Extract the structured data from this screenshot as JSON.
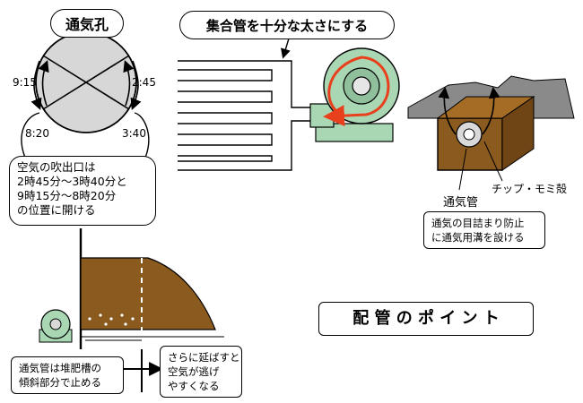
{
  "vent": {
    "title": "通気孔",
    "time_left_top": "9:15",
    "time_right_top": "2:45",
    "time_left_bottom": "8:20",
    "time_right_bottom": "3:40",
    "note_lines": [
      "空気の吹出口は",
      "2時45分～3時40分と",
      "9時15分～8時20分",
      "の位置に開ける"
    ]
  },
  "manifold": {
    "title": "集合管を十分な太さにする"
  },
  "trench": {
    "chip_label": "チップ・モミ殻",
    "pipe_label": "通気管",
    "note_lines": [
      "通気の目詰まり防止",
      "に通気用溝を設ける"
    ]
  },
  "pile": {
    "stop_note_lines": [
      "通気管は堆肥槽の",
      "傾斜部分で止める"
    ],
    "escape_note_lines": [
      "さらに延ばすと",
      "空気が逃げ",
      "やすくなる"
    ]
  },
  "main_title": "配 管 の ポ イ ン ト",
  "colors": {
    "compost": "#8B5A1E",
    "blower": "#A9D7B4",
    "blower_dark": "#5f8f6c",
    "airflow": "#e8401c",
    "ground": "#8a8a8a"
  }
}
